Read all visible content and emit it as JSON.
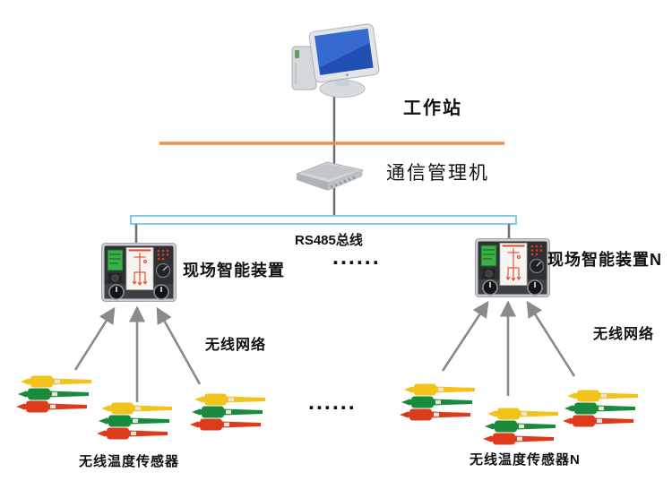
{
  "labels": {
    "workstation": "工作站",
    "gateway": "通信管理机",
    "bus": "RS485总线",
    "device_left": "现场智能装置",
    "device_right": "现场智能装置N",
    "wireless_left": "无线网络",
    "wireless_right": "无线网络",
    "sensors_left": "无线温度传感器",
    "sensors_right": "无线温度传感器N",
    "ellipsis_devices": "......",
    "ellipsis_sensors": "......"
  },
  "colors": {
    "orange_line": "#EF8E44",
    "bus_border": "#7DCCEC",
    "bus_fill": "#FFFFFF",
    "wire_gray": "#6F6F6F",
    "arrow_gray": "#8A8A8A",
    "sensor_yellow": "#F2C31A",
    "sensor_green": "#1A8A3C",
    "sensor_red": "#DC3C1C",
    "device_frame": "#C9CCD0",
    "device_body": "#2E3133",
    "lcd_green": "#3FAE46",
    "diagram_red": "#E8452B",
    "text_black": "#111111",
    "background": "#FFFFFF"
  },
  "icons": {
    "workstation": "desktop-computer-icon",
    "gateway": "comm-gateway-box-icon",
    "device_left": "intelligent-device-panel-icon",
    "device_right": "intelligent-device-panel-icon",
    "sensor_group": "clamp-temperature-sensor-icon"
  }
}
